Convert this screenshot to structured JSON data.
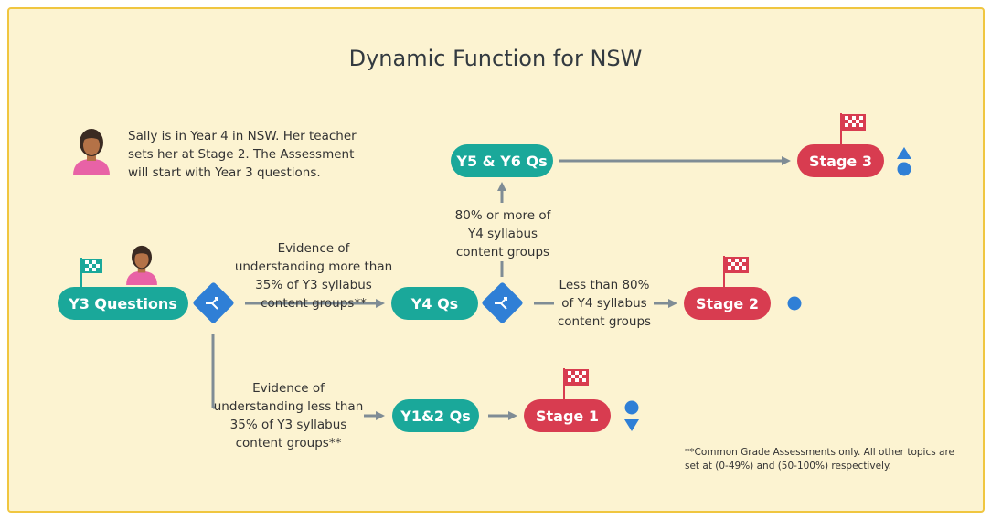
{
  "title": "Dynamic Function for NSW",
  "intro": "Sally is in Year 4 in NSW. Her teacher sets her at Stage 2.  The Assessment will start with Year 3 questions.",
  "nodes": {
    "y3": "Y3 Questions",
    "y4": "Y4 Qs",
    "y56": "Y5 & Y6 Qs",
    "y12": "Y1&2 Qs",
    "stage1": "Stage 1",
    "stage2": "Stage 2",
    "stage3": "Stage 3"
  },
  "edges": {
    "y3_to_y4": "Evidence of understanding more than 35% of Y3 syllabus content groups**",
    "y3_to_y12": "Evidence of understanding less than 35% of Y3 syllabus content groups**",
    "y4_to_y56": "80% or more of Y4 syllabus content groups",
    "y4_to_stage2": "Less than 80% of Y4 syllabus content groups"
  },
  "footnote": "**Common Grade Assessments only. All other topics are set at (0-49%) and (50-100%) respectively.",
  "colors": {
    "teal": "#1aa89a",
    "red": "#d83c50",
    "blue": "#2f7fd6",
    "arrow": "#7f8c95",
    "background": "#fcf3d1",
    "border": "#f0c640"
  }
}
